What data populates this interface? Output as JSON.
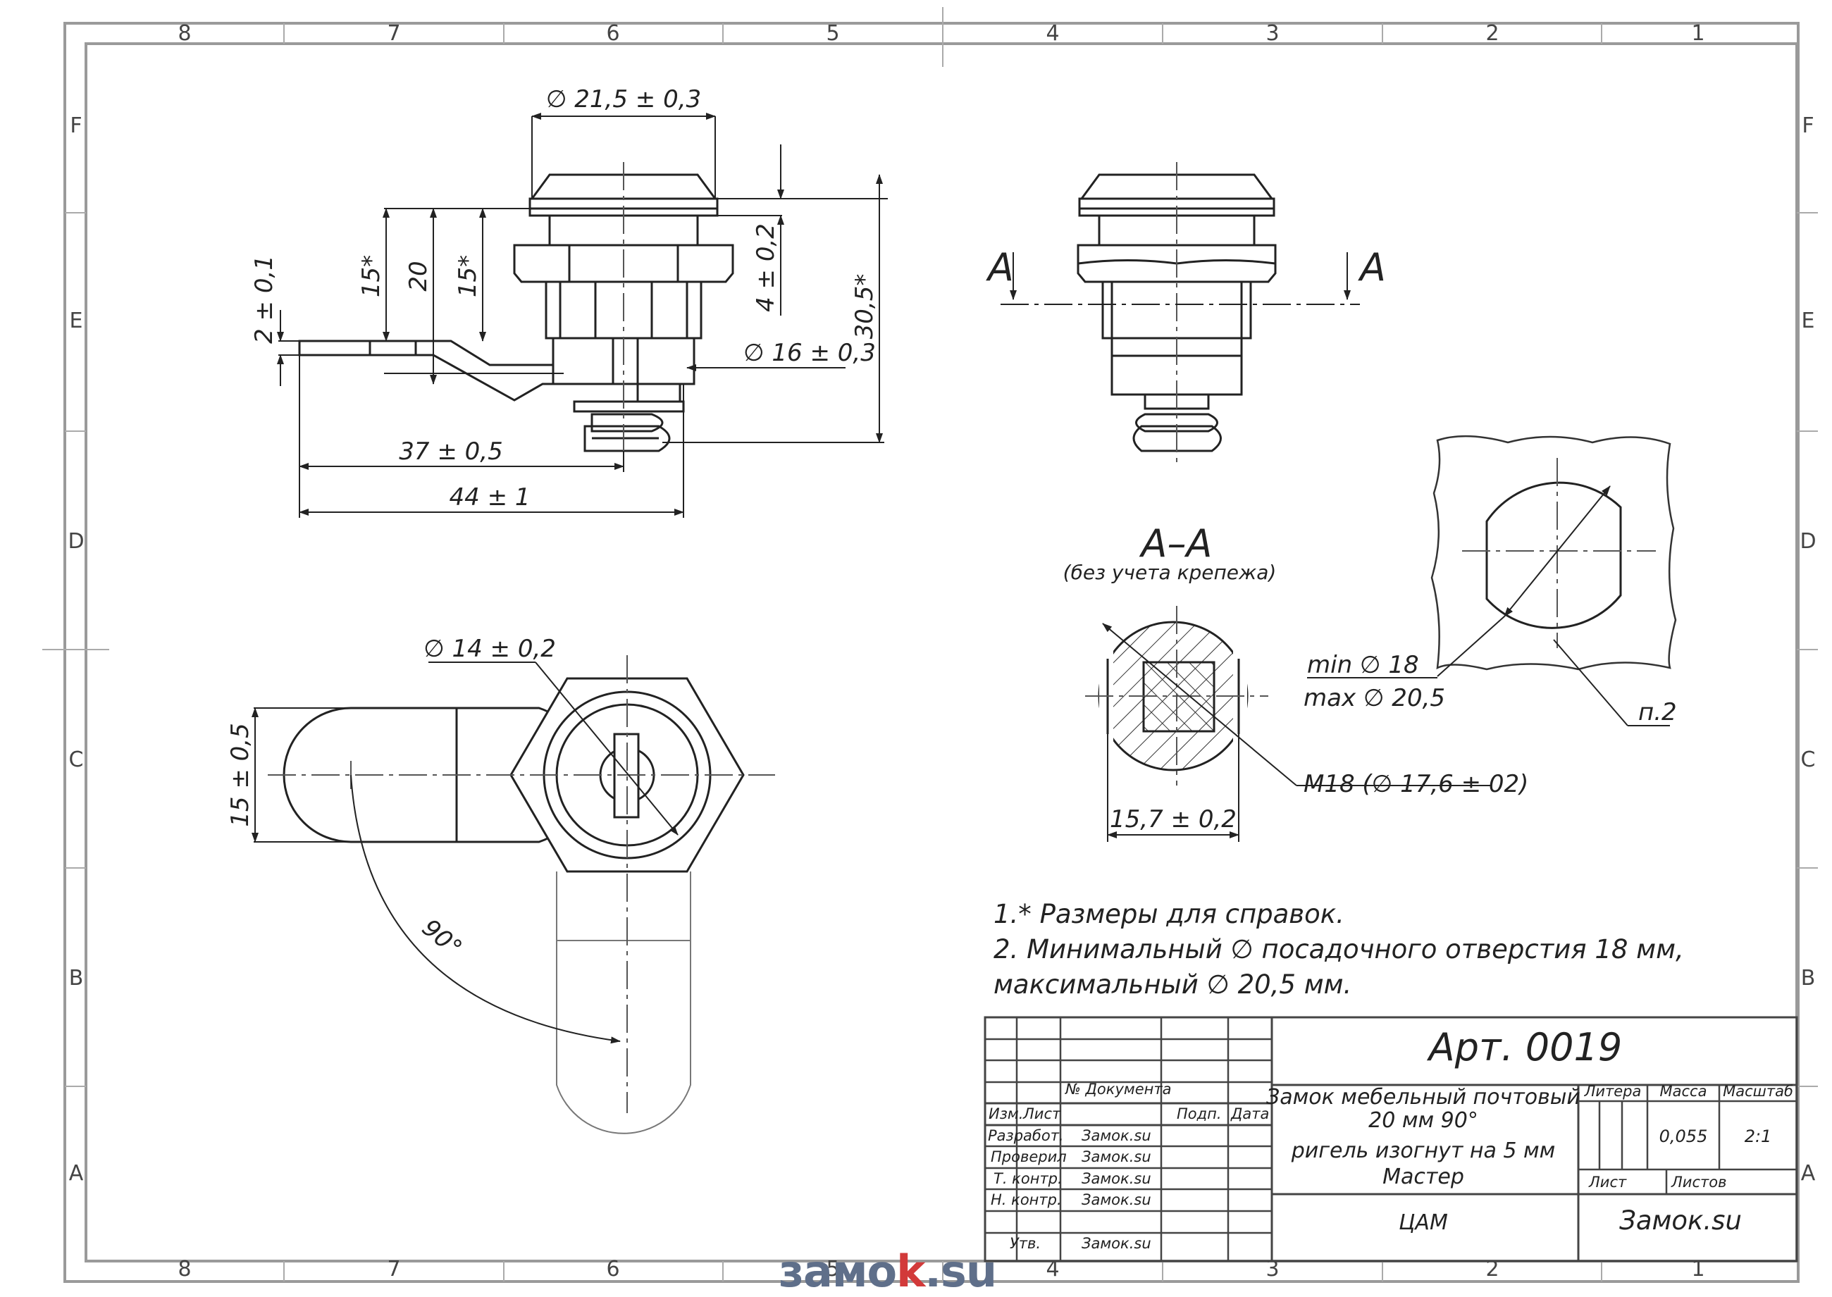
{
  "zones": {
    "cols": [
      "8",
      "7",
      "6",
      "5",
      "4",
      "3",
      "2",
      "1"
    ],
    "rows": [
      "F",
      "E",
      "D",
      "C",
      "B",
      "A"
    ]
  },
  "front_view": {
    "dims": {
      "d_head": "∅ 21,5 ± 0,3",
      "h_15a": "15*",
      "h_20": "20",
      "h_15b": "15*",
      "h_4": "4 ± 0,2",
      "h_30": "30,5*",
      "h_2": "2 ± 0,1",
      "d_16": "∅ 16 ± 0,3",
      "l_37": "37 ± 0,5",
      "l_44": "44 ± 1"
    }
  },
  "section_arrows": {
    "left": "A",
    "right": "A"
  },
  "section": {
    "title": "A–A",
    "subtitle": "(без учета крепежа)",
    "dim_width": "15,7 ± 0,2",
    "thread": "M18  (∅ 17,6 ± 02)"
  },
  "hole": {
    "min": "min ∅  18",
    "max": "max ∅ 20,5",
    "ref": "п.2"
  },
  "bottom_view": {
    "d_14": "∅ 14 ± 0,2",
    "w_15": "15 ± 0,5",
    "angle": "90°"
  },
  "notes": [
    "1.* Размеры для справок.",
    "2. Минимальный ∅ посадочного отверстия 18 мм,",
    "максимальный ∅  20,5 мм."
  ],
  "title_block": {
    "article": "Арт. 0019",
    "description": [
      "Замок мебельный почтовый",
      "20 мм 90°",
      "ригель изогнут на 5 мм",
      "Мастер"
    ],
    "material": "ЦАМ",
    "company": "Замок.su",
    "col_doc": "№ Документа",
    "row_headers": {
      "izm": "Изм.",
      "list": "Лист",
      "podp": "Подп.",
      "data": "Дата"
    },
    "roles": [
      "Разработ.",
      "Проверил",
      "Т. контр.",
      "Н. контр.",
      "",
      "Утв."
    ],
    "names": [
      "Замок.su",
      "Замок.su",
      "Замок.su",
      "Замок.su",
      "",
      "Замок.su"
    ],
    "litera": "Литера",
    "massa_label": "Масса",
    "masshtab_label": "Масштаб",
    "massa": "0,055",
    "masshtab": "2:1",
    "list_label": "Лист",
    "listov_label": "Листов"
  },
  "watermark": {
    "pre": "замo",
    "accent": "k",
    "post": ".su"
  }
}
